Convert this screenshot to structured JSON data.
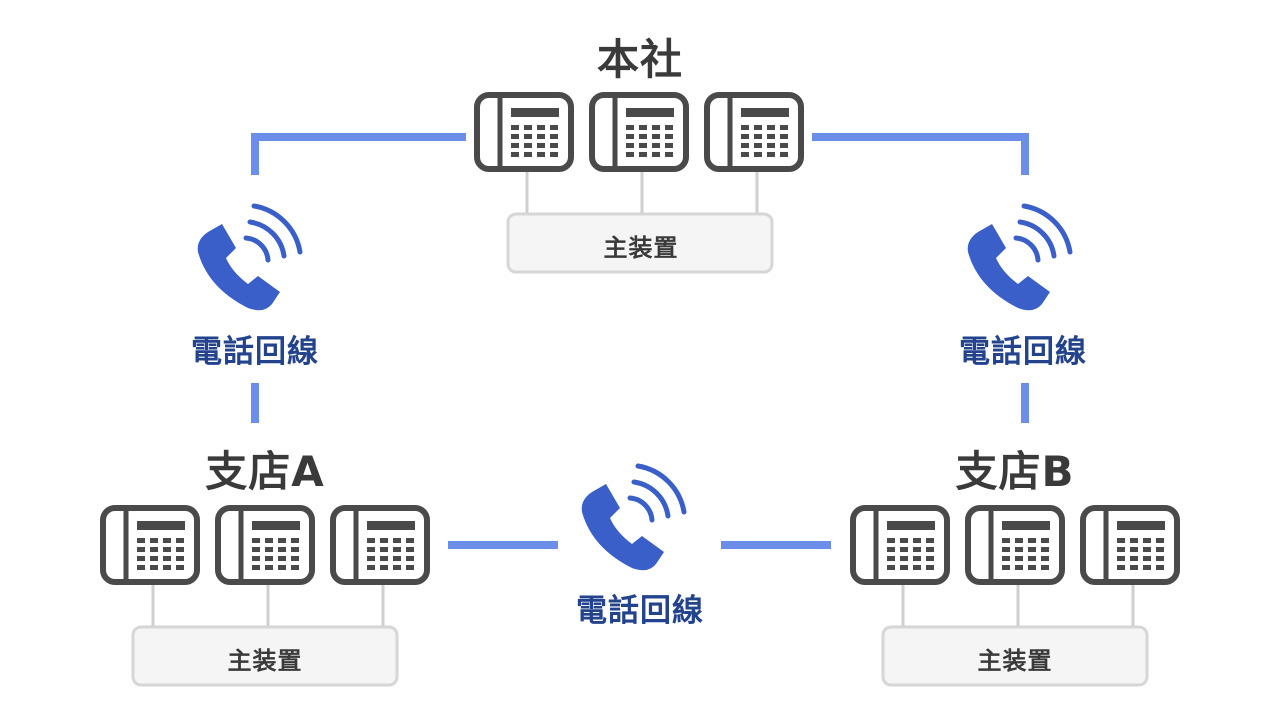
{
  "colors": {
    "line": "#6b8fe8",
    "icon": "#3a5fc8",
    "label": "#23438c",
    "phone": "#4a4a4a",
    "box_border": "#d6d6d6",
    "box_fill": "#f5f5f5",
    "connector": "#cfcfcf",
    "text": "#3a3a3a"
  },
  "sites": {
    "hq": {
      "title": "本社",
      "unit_label": "主装置",
      "phones": 3
    },
    "branch_a": {
      "title": "支店A",
      "unit_label": "主装置",
      "phones": 3
    },
    "branch_b": {
      "title": "支店B",
      "unit_label": "主装置",
      "phones": 3
    }
  },
  "links": {
    "hq_a": {
      "label": "電話回線",
      "icon": "phone-ringing-icon"
    },
    "hq_b": {
      "label": "電話回線",
      "icon": "phone-ringing-icon"
    },
    "a_b": {
      "label": "電話回線",
      "icon": "phone-ringing-icon"
    }
  }
}
